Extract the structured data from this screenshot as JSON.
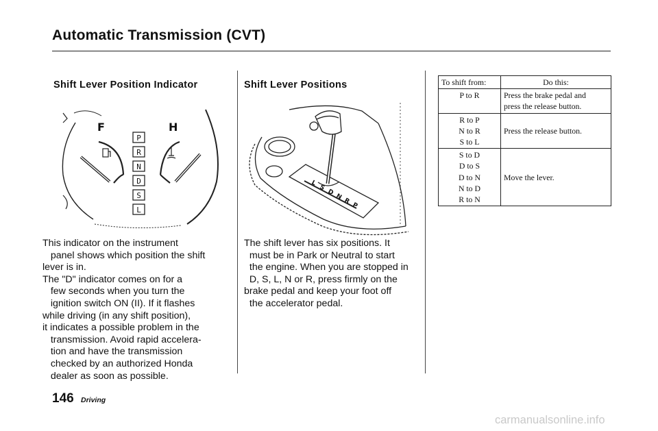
{
  "page": {
    "title": "Automatic Transmission (CVT)",
    "page_number": "146",
    "section": "Driving",
    "watermark": "carmanualsonline.info"
  },
  "indicator": {
    "heading": "Shift Lever Position Indicator",
    "gauge_letters": [
      "F",
      "H"
    ],
    "positions": [
      "P",
      "R",
      "N",
      "D",
      "S",
      "L"
    ],
    "body_lines": [
      "This indicator on the instrument",
      "   panel shows which position the shift",
      "lever is in.",
      "The \"D\" indicator comes on for a",
      "   few seconds when you turn the",
      "   ignition switch ON (II). If it flashes",
      "while driving (in any shift position),",
      "it indicates a possible problem in the",
      "   transmission. Avoid rapid accelera-",
      "   tion and have the transmission",
      "   checked by an authorized Honda",
      "   dealer as soon as possible."
    ]
  },
  "lever": {
    "heading": "Shift Lever Positions",
    "gate_letters": [
      "L",
      "S",
      "D",
      "N",
      "R",
      "P"
    ],
    "body_lines": [
      "The shift lever has six positions. It",
      "  must be in Park or Neutral to start",
      "  the engine. When you are stopped in",
      "  D, S, L, N or R, press firmly on the",
      "brake pedal and keep your foot off",
      "  the accelerator pedal."
    ]
  },
  "shift_table": {
    "header_from": "To shift from:",
    "header_do": "Do this:",
    "groups": [
      {
        "from": [
          "P to R"
        ],
        "do": [
          "Press the brake pedal and",
          "press the release button."
        ]
      },
      {
        "from": [
          "R to P",
          "N to R",
          "S to L"
        ],
        "do": [
          "",
          "Press the release button.",
          ""
        ]
      },
      {
        "from": [
          "S to D",
          "D to S",
          "D to N",
          "N to D",
          "R to N"
        ],
        "do": [
          "",
          "",
          "Move the lever.",
          "",
          ""
        ]
      }
    ]
  }
}
